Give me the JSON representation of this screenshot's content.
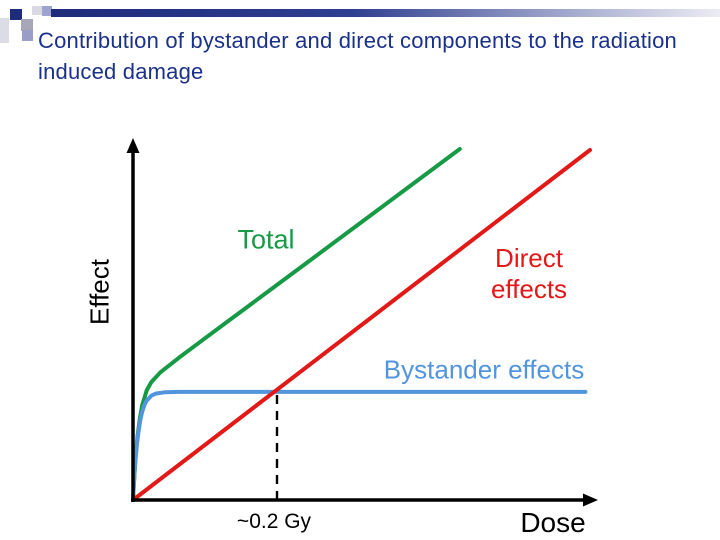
{
  "slide": {
    "title": "Contribution of bystander and direct components to the radiation induced damage"
  },
  "colors": {
    "title_navy": "#1B3189",
    "accent_bar_dark": "#1F2B7B",
    "accent_bar_light": "#ECECF4",
    "total_green": "#179A46",
    "direct_red": "#E21917",
    "bystander_blue": "#5295DC",
    "axis_black": "#000000"
  },
  "labels": {
    "ylabel": "Effect",
    "xlabel": "Dose",
    "total": "Total",
    "direct_line1": "Direct",
    "direct_line2": "effects",
    "bystander": "Bystander effects",
    "dose_annotation": "~0.2 Gy"
  },
  "chart_data": {
    "type": "line",
    "title": "",
    "xlabel": "Dose",
    "ylabel": "Effect",
    "axes_numeric": false,
    "xlim": [
      0,
      1
    ],
    "ylim": [
      0,
      1.05
    ],
    "grid": false,
    "legend_position": "inline-labels",
    "description": "Schematic: total radiation damage = saturating bystander component + linear direct component; bystander saturates at very low dose (~0.2 Gy, dashed line at direct/bystander crossover).",
    "series": [
      {
        "name": "Total",
        "color": "#179A46",
        "points": [
          [
            0,
            0
          ],
          [
            0.003,
            0.071
          ],
          [
            0.006,
            0.127
          ],
          [
            0.01,
            0.185
          ],
          [
            0.015,
            0.234
          ],
          [
            0.02,
            0.27
          ],
          [
            0.03,
            0.313
          ],
          [
            0.04,
            0.337
          ],
          [
            0.06,
            0.365
          ],
          [
            0.1,
            0.406
          ],
          [
            0.15,
            0.455
          ],
          [
            0.2,
            0.503
          ],
          [
            0.3,
            0.6
          ],
          [
            0.4,
            0.697
          ],
          [
            0.5,
            0.794
          ],
          [
            0.6,
            0.891
          ],
          [
            0.715,
            1.003
          ]
        ]
      },
      {
        "name": "Bystander effects",
        "color": "#5295DC",
        "points": [
          [
            0,
            0
          ],
          [
            0.002,
            0.047
          ],
          [
            0.004,
            0.088
          ],
          [
            0.006,
            0.121
          ],
          [
            0.009,
            0.163
          ],
          [
            0.012,
            0.195
          ],
          [
            0.016,
            0.228
          ],
          [
            0.02,
            0.251
          ],
          [
            0.025,
            0.271
          ],
          [
            0.03,
            0.284
          ],
          [
            0.04,
            0.298
          ],
          [
            0.05,
            0.304
          ],
          [
            0.07,
            0.308
          ],
          [
            0.1,
            0.309
          ],
          [
            0.2,
            0.309
          ],
          [
            0.4,
            0.309
          ],
          [
            0.6,
            0.309
          ],
          [
            0.8,
            0.309
          ],
          [
            0.99,
            0.309
          ]
        ]
      },
      {
        "name": "Direct effects",
        "color": "#E21917",
        "points": [
          [
            0,
            0
          ],
          [
            1.0,
            1.0
          ]
        ]
      }
    ],
    "annotations": [
      {
        "type": "dashed-vline",
        "x": 0.315,
        "y0": 0,
        "y1": 0.309,
        "label": "~0.2 Gy"
      }
    ]
  }
}
